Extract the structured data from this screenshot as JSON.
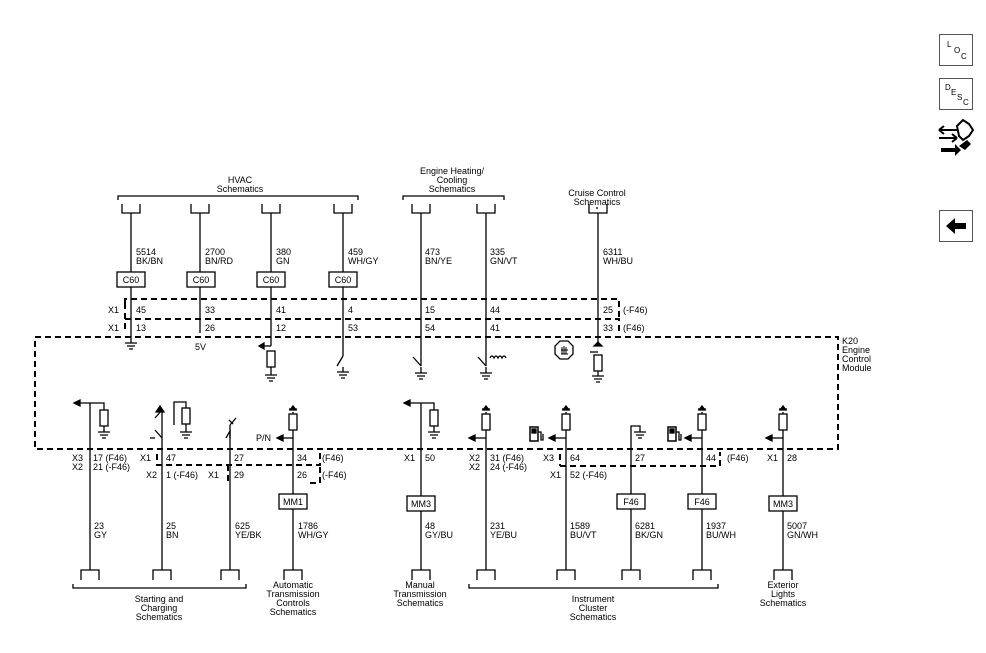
{
  "nav": {
    "loc_letters": [
      "L",
      "O",
      "C"
    ],
    "desc_letters": [
      "D",
      "E",
      "S",
      "C"
    ]
  },
  "groups": {
    "hvac": [
      "HVAC",
      "Schematics"
    ],
    "engine_heating": [
      "Engine Heating/",
      "Cooling",
      "Schematics"
    ],
    "cruise": [
      "Cruise Control",
      "Schematics"
    ],
    "starting": [
      "Starting and",
      "Charging",
      "Schematics"
    ],
    "auto_trans": [
      "Automatic",
      "Transmission",
      "Controls",
      "Schematics"
    ],
    "manual_trans": [
      "Manual",
      "Transmission",
      "Schematics"
    ],
    "instrument": [
      "Instrument",
      "Cluster",
      "Schematics"
    ],
    "exterior": [
      "Exterior",
      "Lights",
      "Schematics"
    ]
  },
  "module": [
    "K20",
    "Engine",
    "Control",
    "Module"
  ],
  "top_wires": [
    {
      "circuit": "5514",
      "color": "BK/BN",
      "splice": "C60",
      "pin_a": "45",
      "pin_b": "13"
    },
    {
      "circuit": "2700",
      "color": "BN/RD",
      "splice": "C60",
      "pin_a": "33",
      "pin_b": "26",
      "note": "5V"
    },
    {
      "circuit": "380",
      "color": "GN",
      "splice": "C60",
      "pin_a": "41",
      "pin_b": "12"
    },
    {
      "circuit": "459",
      "color": "WH/GY",
      "splice": "C60",
      "pin_a": "4",
      "pin_b": "53"
    },
    {
      "circuit": "473",
      "color": "BN/YE",
      "pin_a": "15",
      "pin_b": "54"
    },
    {
      "circuit": "335",
      "color": "GN/VT",
      "pin_a": "44",
      "pin_b": "41"
    },
    {
      "circuit": "6311",
      "color": "WH/BU",
      "pin_a": "25",
      "pin_b": "33"
    }
  ],
  "top_connectors": {
    "a": "X1",
    "b": "X1",
    "opt_a": "(-F46)",
    "opt_b": "(F46)"
  },
  "bottom_wires": [
    {
      "circuit": "23",
      "color": "GY",
      "conn": [
        "X3",
        "X2"
      ],
      "pins": [
        "17 (F46)",
        "21 (-F46)"
      ]
    },
    {
      "circuit": "25",
      "color": "BN",
      "conn": [
        "X1",
        "X2"
      ],
      "pins": [
        "47",
        "1 (-F46)"
      ]
    },
    {
      "circuit": "625",
      "color": "YE/BK",
      "conn": [
        "",
        "X1"
      ],
      "pins": [
        "27",
        "29"
      ]
    },
    {
      "circuit": "1786",
      "color": "WH/GY",
      "splice": "MM1",
      "pins": [
        "34",
        "26"
      ],
      "opts": [
        "(F46)",
        "(-F46)"
      ],
      "pn": "P/N"
    },
    {
      "circuit": "48",
      "color": "GY/BU",
      "splice": "MM3",
      "conn": [
        "X1"
      ],
      "pins": [
        "50"
      ]
    },
    {
      "circuit": "231",
      "color": "YE/BU",
      "conn": [
        "X2",
        "X2"
      ],
      "pins": [
        "31 (F46)",
        "24 (-F46)"
      ]
    },
    {
      "circuit": "1589",
      "color": "BU/VT",
      "conn": [
        "X3",
        "X1"
      ],
      "pins": [
        "64",
        "52 (-F46)"
      ]
    },
    {
      "circuit": "6281",
      "color": "BK/GN",
      "splice": "F46",
      "pins": [
        "27"
      ]
    },
    {
      "circuit": "1937",
      "color": "BU/WH",
      "splice": "F46",
      "pins": [
        "44"
      ],
      "opts": [
        "(F46)"
      ]
    },
    {
      "circuit": "5007",
      "color": "GN/WH",
      "splice": "MM3",
      "conn": [
        "X1"
      ],
      "pins": [
        "28"
      ]
    }
  ]
}
